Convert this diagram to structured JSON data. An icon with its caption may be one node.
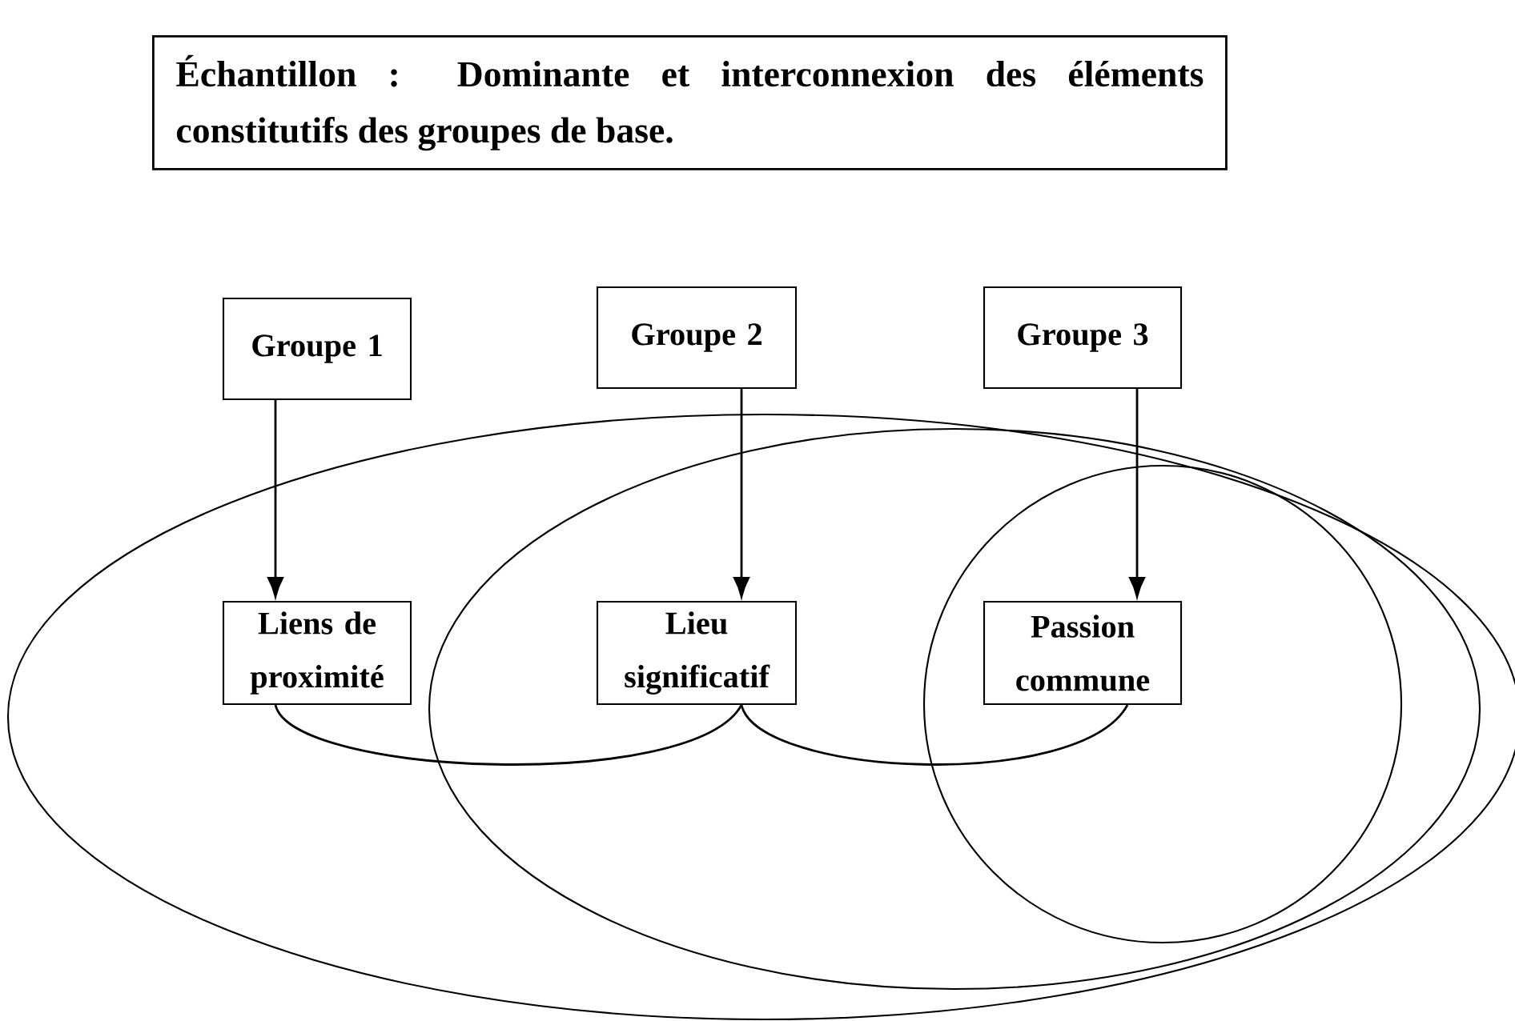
{
  "diagram": {
    "title": "Échantillon : Dominante et interconnexion des éléments constitutifs des groupes de base.",
    "nodes": [
      {
        "text": [
          "Groupe 1"
        ]
      },
      {
        "text": [
          "Groupe 2"
        ]
      },
      {
        "text": [
          "Groupe 3"
        ]
      },
      {
        "text": [],
        "shape": "ellipse"
      },
      {
        "text": [
          "Liens de proximité"
        ],
        "in": 3
      },
      {
        "text": [],
        "shape": "ellipse",
        "in": 3
      },
      {
        "text": [
          "Lieu significatif"
        ],
        "in": 5
      },
      {
        "text": [],
        "shape": "circle",
        "in": 5
      },
      {
        "text": [
          "Passion commune"
        ],
        "in": 7
      }
    ],
    "edges": [
      {
        "from": 0,
        "to": 4,
        "arrow": "to"
      },
      {
        "from": 1,
        "to": 6,
        "arrow": "to"
      },
      {
        "from": 2,
        "to": 8,
        "arrow": "to"
      },
      {
        "from": 4,
        "to": 6,
        "arrow": "none"
      },
      {
        "from": 6,
        "to": 8,
        "arrow": "none"
      }
    ]
  }
}
